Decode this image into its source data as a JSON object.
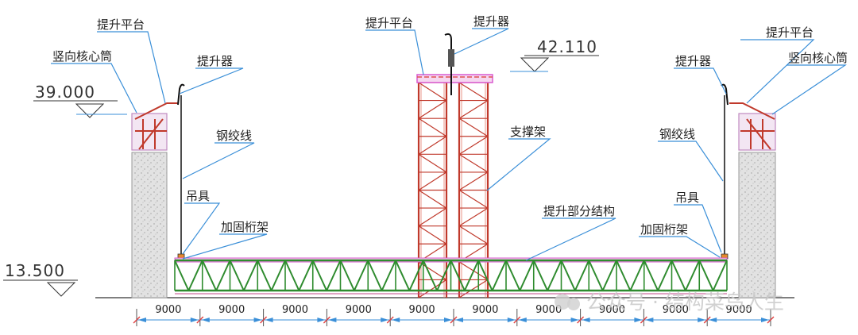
{
  "labels": {
    "lift_platform": "提升平台",
    "lifter": "提升器",
    "core_tube": "竖向核心筒",
    "strand": "钢绞线",
    "support_frame": "支撑架",
    "spreader": "吊具",
    "reinforced_truss": "加固桁架",
    "lifted_structure": "提升部分结构"
  },
  "elevations": {
    "core_top": "39.000",
    "platform_top": "42.110",
    "truss_level": "13.500"
  },
  "dimensions": [
    "9000",
    "9000",
    "9000",
    "9000",
    "9000",
    "9000",
    "9000",
    "9000",
    "9000",
    "9000"
  ],
  "watermark": "公众号 · 结构菜鸟人生",
  "colors": {
    "leader": "#3a8fd8",
    "truss": "#2e8b2e",
    "tower": "#c0392b",
    "platform": "#d95ad0",
    "concrete": "#d8d8d8"
  }
}
